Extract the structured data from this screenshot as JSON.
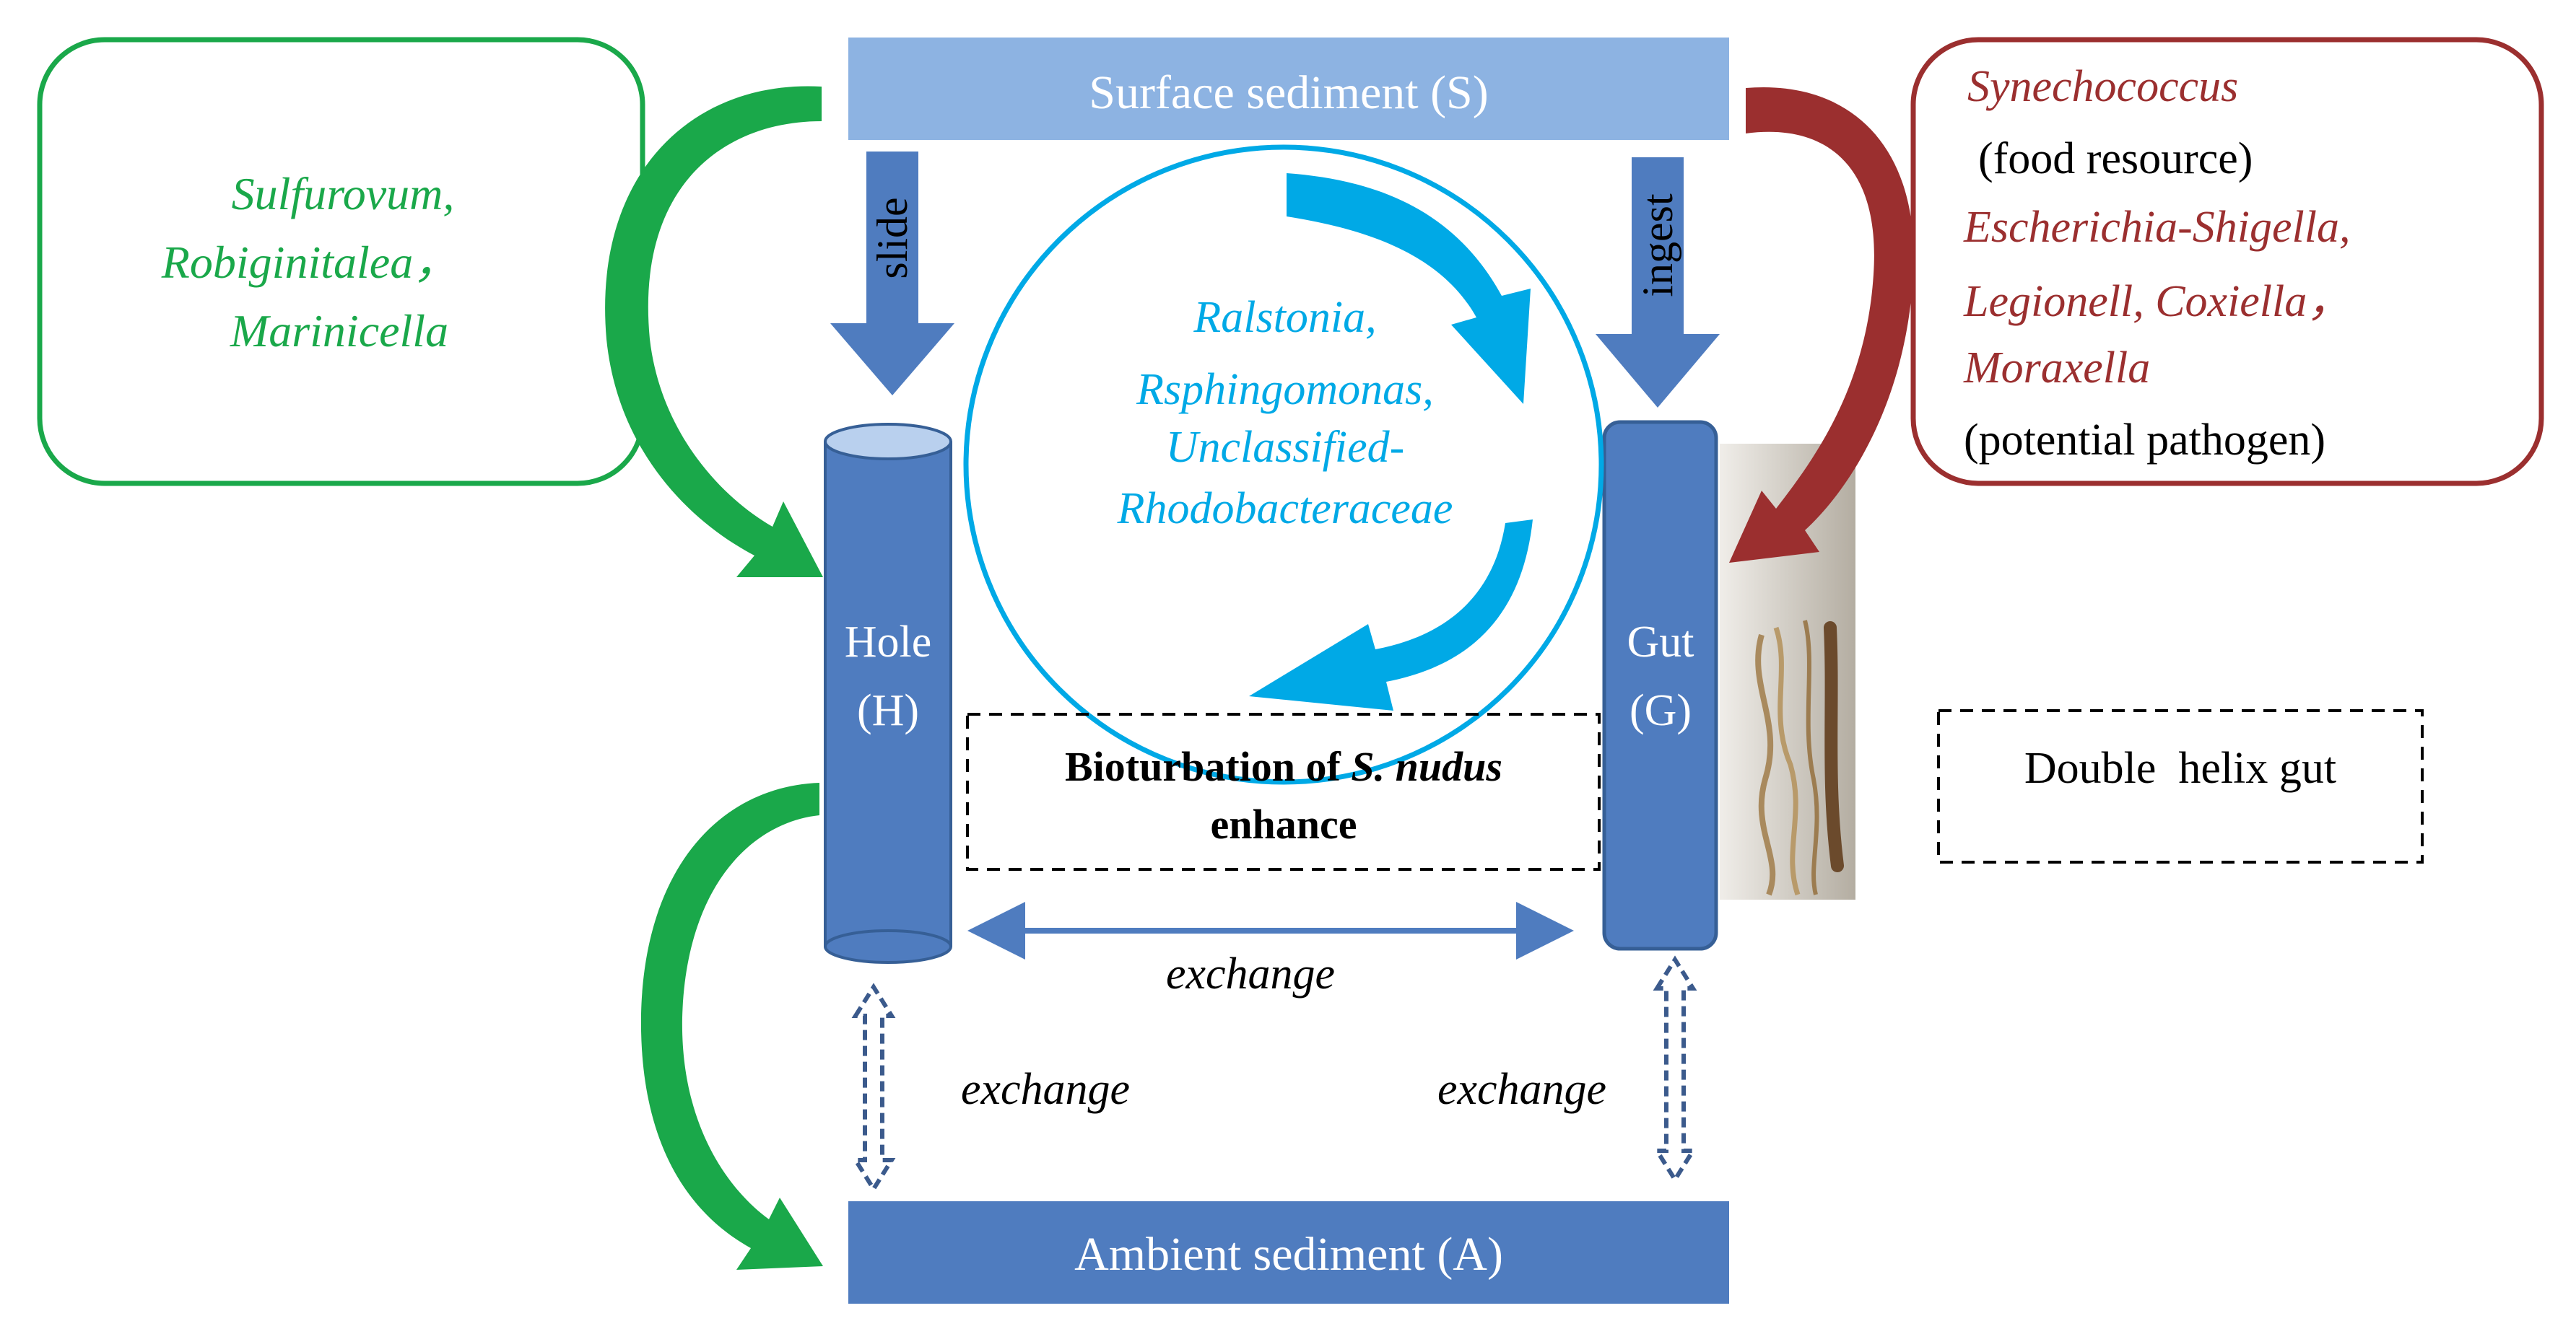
{
  "surface": {
    "label": "Surface sediment (S)"
  },
  "ambient": {
    "label": "Ambient sediment (A)"
  },
  "hole": {
    "line1": "Hole",
    "line2": "(H)"
  },
  "gut": {
    "line1": "Gut",
    "line2": "(G)"
  },
  "arrows": {
    "slide": "slide",
    "ingest": "ingest"
  },
  "exchange": {
    "middle": "exchange",
    "left": "exchange",
    "right": "exchange"
  },
  "left_box": {
    "lines": [
      "Sulfurovum,",
      "Robiginitalea，",
      "Marinicella"
    ]
  },
  "circle_text": {
    "lines": [
      "Ralstonia,",
      "Rsphingomonas,",
      "Unclassified-",
      "Rhodobacteraceae"
    ]
  },
  "right_box": {
    "lines": [
      "Synechococcus",
      "(food resource)",
      "Escherichia-Shigella,",
      "Legionell, Coxiella，",
      "Moraxella",
      "(potential pathogen)"
    ]
  },
  "bioturbation": {
    "prefix": "Bioturbation of ",
    "species": "S. nudus",
    "line2": "enhance"
  },
  "gut_photo_label": "Double  helix gut",
  "colors": {
    "green": "#1aa84a",
    "red": "#9b2f2f",
    "cyan": "#00a9e6",
    "blue_dark": "#4f7cbf",
    "blue_light": "#8db3e2",
    "blue_exchange": "#3b5a8c"
  }
}
